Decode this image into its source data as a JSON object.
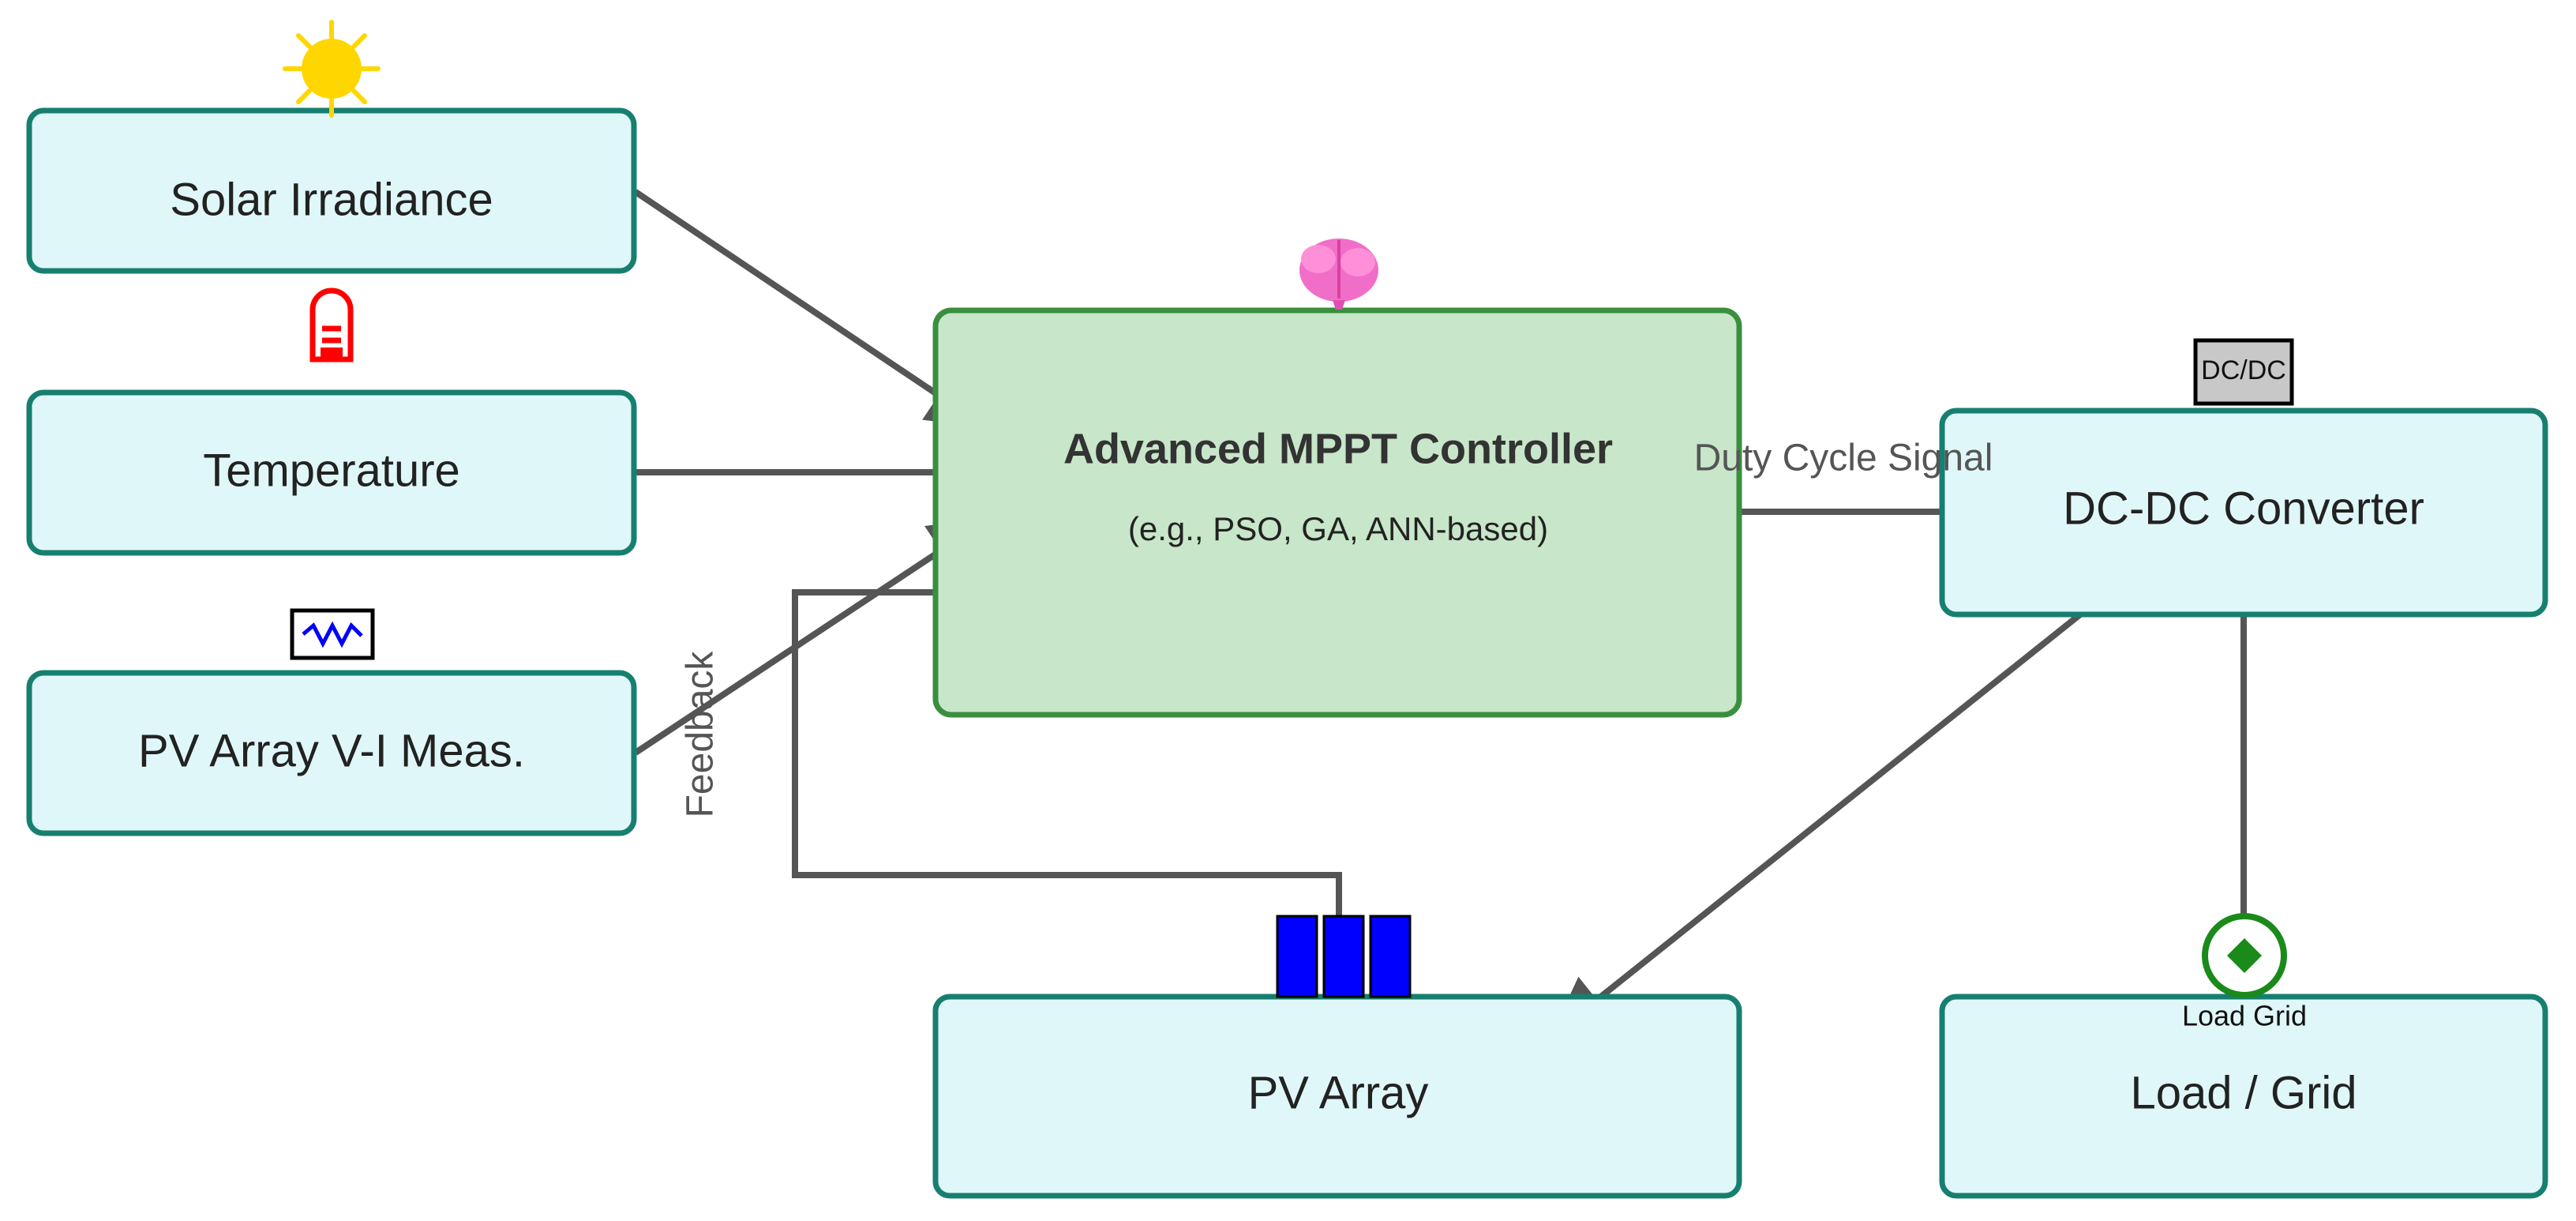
{
  "colors": {
    "node_fill": "#e0f7f9",
    "node_stroke": "#177f70",
    "controller_fill": "#c8e6c9",
    "controller_stroke": "#3a8f3e",
    "edge": "#555555",
    "sun": "#ffd600",
    "thermometer": "#ff0000",
    "panel": "#0000ff",
    "grid_icon": "#1a8a1a",
    "dcdc_icon_fill": "#c8c8c8"
  },
  "icons": {
    "sun": "sun-icon",
    "thermometer": "thermometer-icon",
    "waveform": "waveform-icon",
    "brain": "brain-icon",
    "converter": "dcdc-icon",
    "solar_panel": "solar-panel-icon",
    "grid": "grid-icon"
  },
  "nodes": {
    "solar_irradiance": "Solar Irradiance",
    "temperature": "Temperature",
    "pv_vi_meas": "PV Array V-I Meas.",
    "controller_title": "Advanced MPPT Controller",
    "controller_subtitle": "(e.g., PSO, GA, ANN-based)",
    "dcdc": "DC-DC Converter",
    "pv_array": "PV Array",
    "load_grid": "Load / Grid"
  },
  "edges": {
    "duty_cycle": "Duty Cycle Signal",
    "feedback": "Feedback"
  },
  "tags": {
    "dcdc": "DC/DC",
    "load_grid": "Load Grid"
  }
}
